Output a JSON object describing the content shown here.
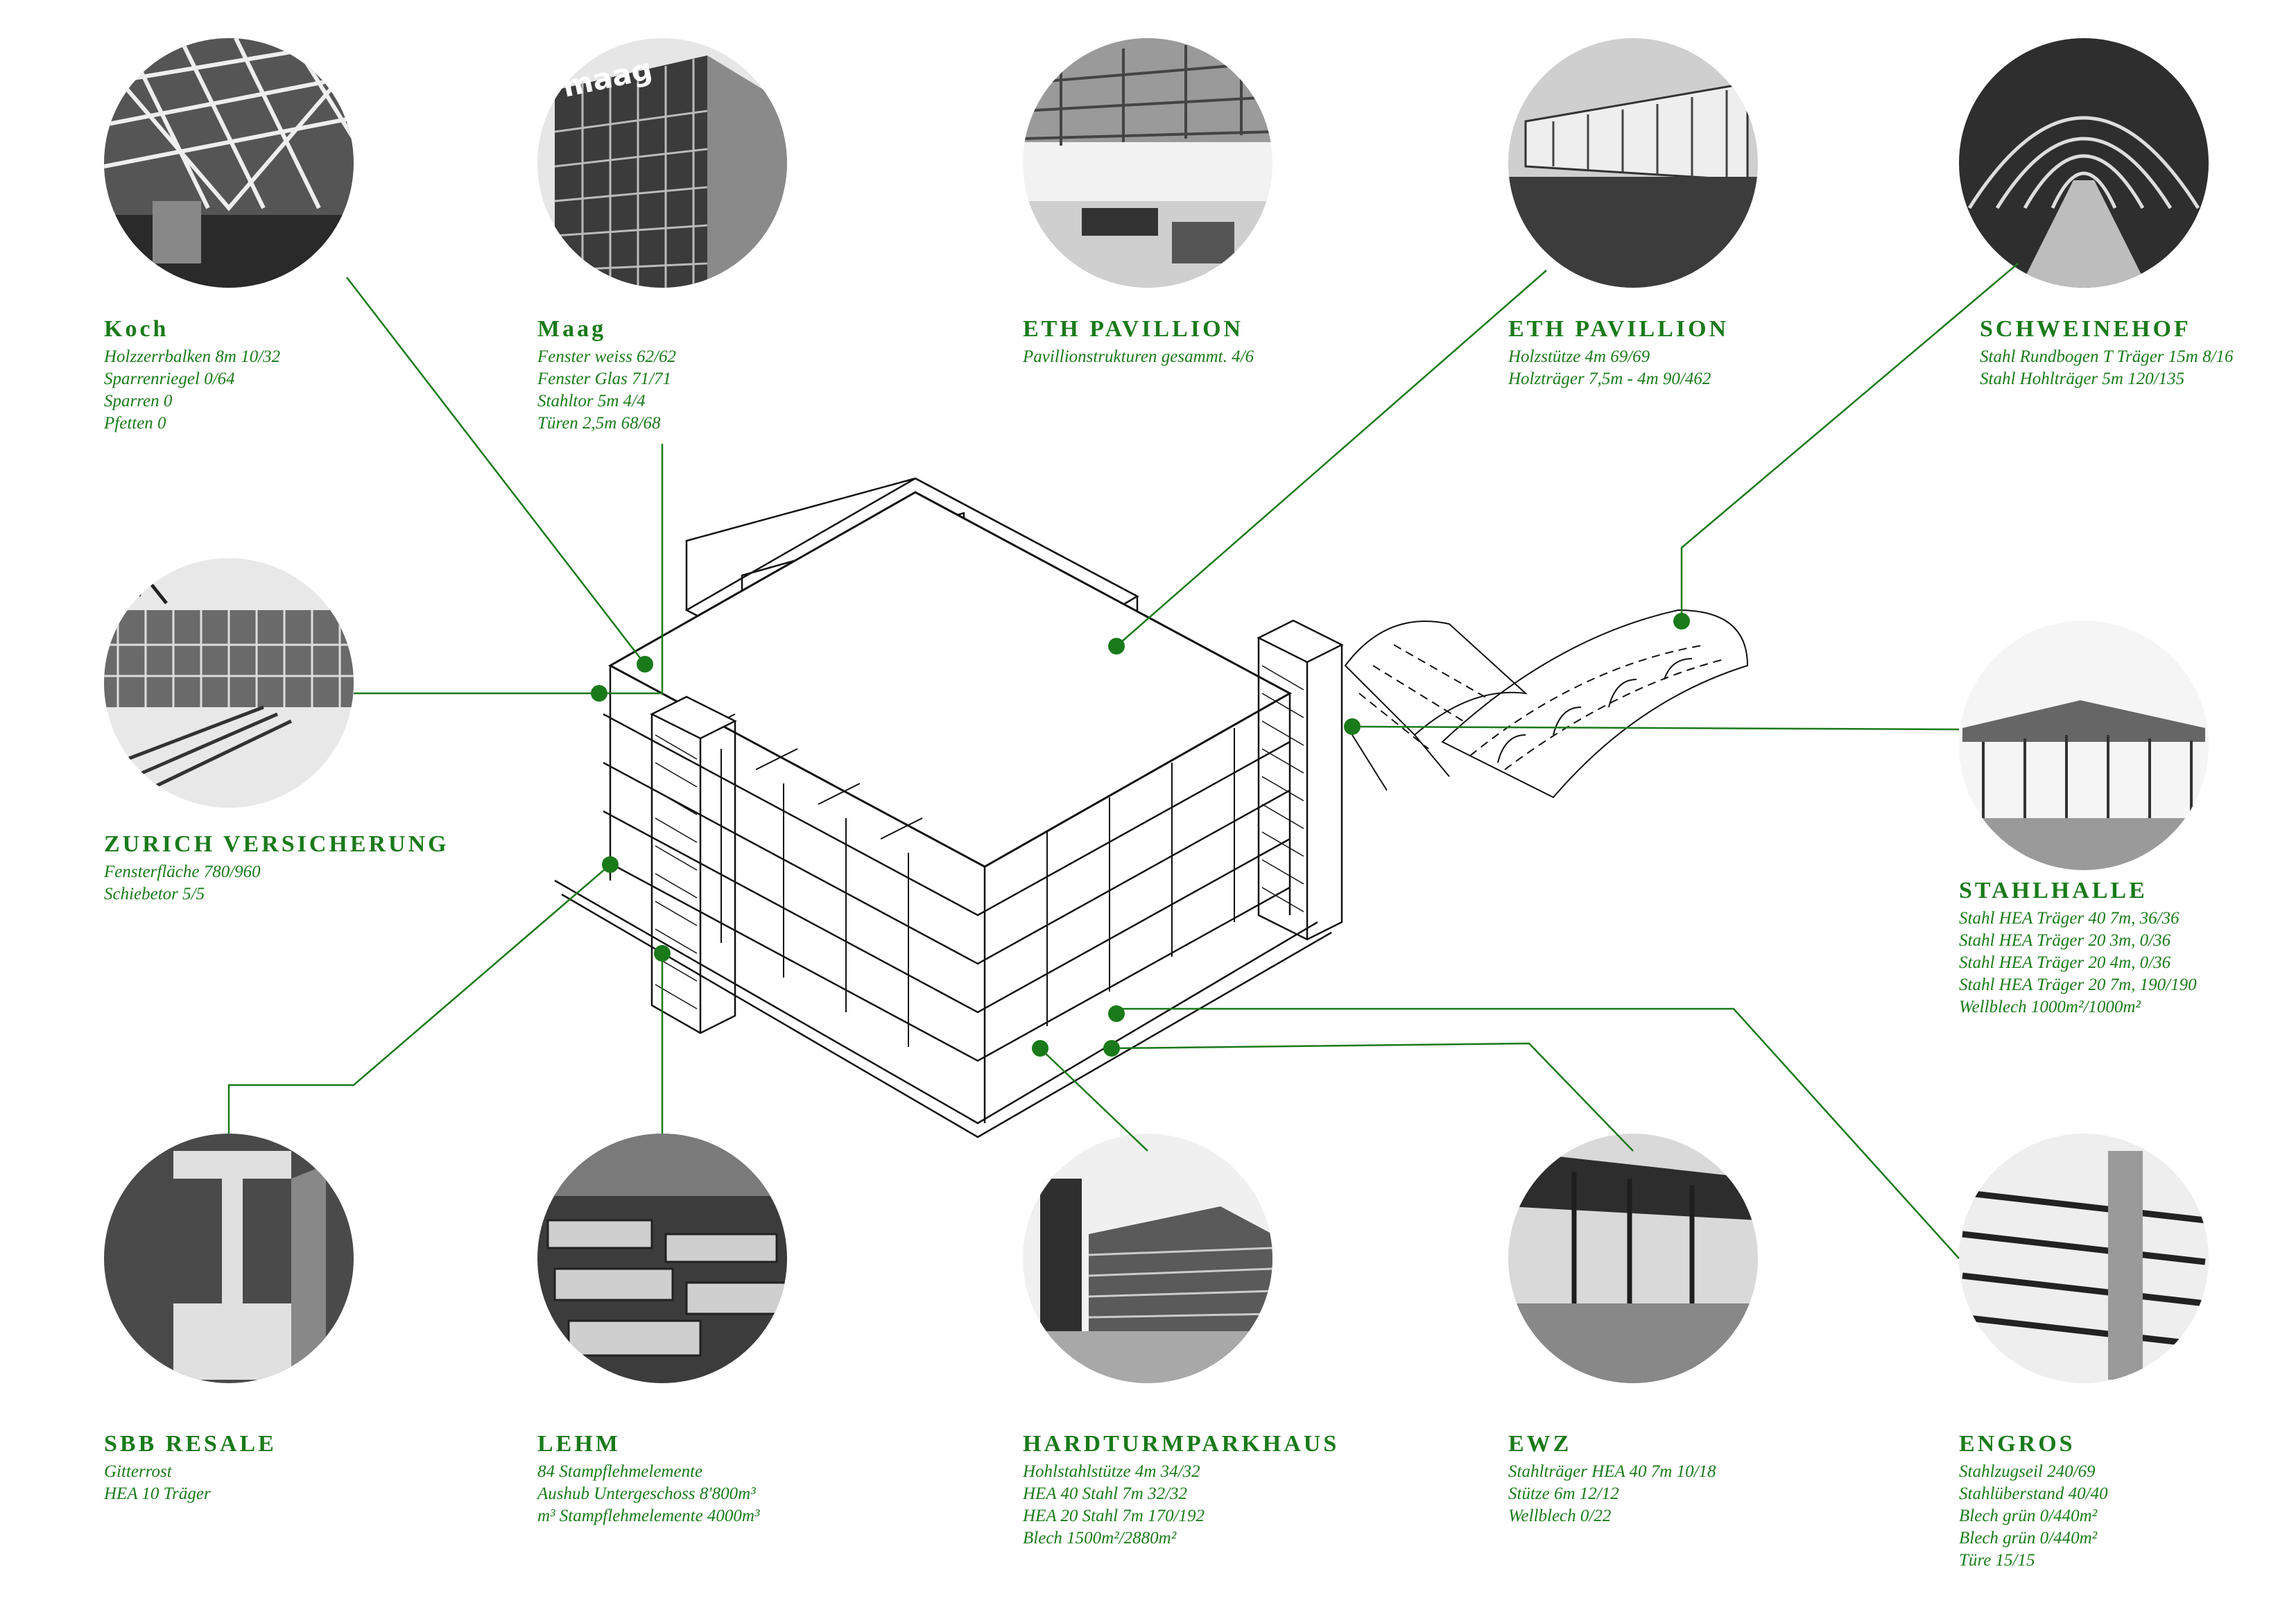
{
  "accent_color": "#1a7a1a",
  "sources": [
    {
      "id": "koch",
      "title": "Koch",
      "lines": [
        "Holzzerrbalken 8m 10/32",
        "Sparrenriegel 0/64",
        "Sparren 0",
        "Pfetten 0"
      ],
      "photo_icon": "steel-truss-hall-photo"
    },
    {
      "id": "maag",
      "title": "Maag",
      "lines": [
        "Fenster weiss 62/62",
        "Fenster Glas 71/71",
        "Stahltor 5m 4/4",
        "Türen 2,5m 68/68"
      ],
      "photo_icon": "maag-facade-photo"
    },
    {
      "id": "eth1",
      "title": "ETH PAVILLION",
      "lines": [
        "Pavillionstrukturen gesammt. 4/6"
      ],
      "photo_icon": "pavilion-interior-photo"
    },
    {
      "id": "eth2",
      "title": "ETH PAVILLION",
      "lines": [
        "Holzstütze 4m 69/69",
        "Holzträger 7,5m - 4m 90/462"
      ],
      "photo_icon": "pavilion-exterior-photo"
    },
    {
      "id": "schweinehof",
      "title": "SCHWEINEHOF",
      "lines": [
        "Stahl Rundbogen T Träger 15m  8/16",
        "Stahl Hohlträger 5m 120/135"
      ],
      "photo_icon": "arched-hall-photo"
    },
    {
      "id": "zurich",
      "title": "ZURICH VERSICHERUNG",
      "lines": [
        "Fensterfläche 780/960",
        "Schiebetor 5/5"
      ],
      "photo_icon": "office-building-photo"
    },
    {
      "id": "stahlhalle",
      "title": "STAHLHALLE",
      "lines": [
        "Stahl HEA Träger 40 7m, 36/36",
        "Stahl HEA Träger 20 3m, 0/36",
        "Stahl HEA Träger 20 4m, 0/36",
        "Stahl HEA Träger 20 7m, 190/190",
        "Wellblech 1000m²/1000m²"
      ],
      "photo_icon": "steel-hall-photo"
    },
    {
      "id": "sbb",
      "title": "SBB RESALE",
      "lines": [
        "Gitterrost",
        "HEA 10 Träger"
      ],
      "photo_icon": "i-beam-photo"
    },
    {
      "id": "lehm",
      "title": "LEHM",
      "lines": [
        "84 Stampflehmelemente",
        "Aushub Untergeschoss 8'800m³",
        "m³ Stampflehmelemente 4000m³"
      ],
      "photo_icon": "rammed-earth-photo"
    },
    {
      "id": "hardturm",
      "title": "HARDTURMPARKHAUS",
      "lines": [
        "Hohlstahlstütze 4m 34/32",
        "HEA 40 Stahl 7m 32/32",
        "HEA 20 Stahl 7m 170/192",
        "Blech 1500m²/2880m²"
      ],
      "photo_icon": "parking-garage-photo"
    },
    {
      "id": "ewz",
      "title": "EWZ",
      "lines": [
        "Stahlträger HEA 40 7m 10/18",
        "Stütze 6m 12/12",
        "Wellblech 0/22"
      ],
      "photo_icon": "canopy-photo"
    },
    {
      "id": "engros",
      "title": "ENGROS",
      "lines": [
        "Stahlzugseil 240/69",
        "Stahlüberstand 40/40",
        "Blech grün 0/440m²",
        "Blech grün 0/440m²",
        "Türe 15/15"
      ],
      "photo_icon": "louvre-facade-photo"
    }
  ]
}
